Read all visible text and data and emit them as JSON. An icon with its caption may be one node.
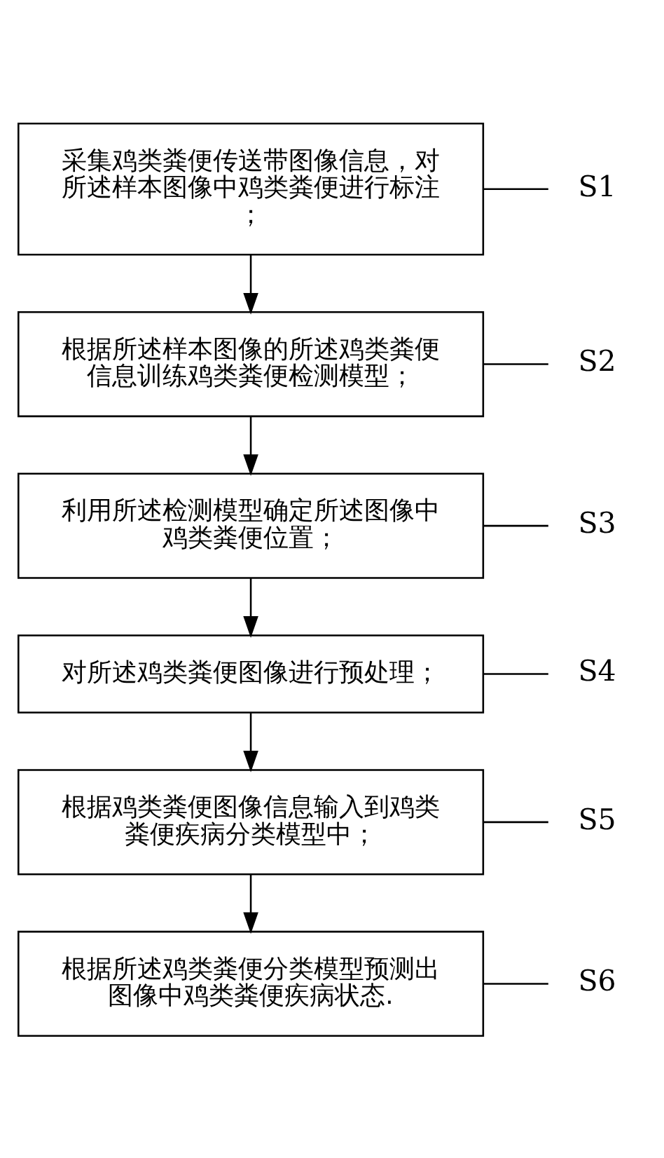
{
  "diagram": {
    "nodes": [
      {
        "text": [
          "采集鸡类粪便传送带图像信息，对所述样本图像中鸡类粪便进行标注；"
        ]
      },
      {
        "text": [
          "S1"
        ]
      },
      {
        "text": [
          "根据所述样本图像的所述鸡类粪便信息训练鸡类粪便检测模型；"
        ]
      },
      {
        "text": [
          "S2"
        ]
      },
      {
        "text": [
          "利用所述检测模型确定所述图像中鸡类粪便位置；"
        ]
      },
      {
        "text": [
          "S3"
        ]
      },
      {
        "text": [
          "对所述鸡类粪便图像进行预处理；"
        ]
      },
      {
        "text": [
          "S4"
        ]
      },
      {
        "text": [
          "根据鸡类粪便图像信息输入到鸡类粪便疾病分类模型中；"
        ]
      },
      {
        "text": [
          "S5"
        ]
      },
      {
        "text": [
          "根据所述鸡类粪便分类模型预测出图像中鸡类粪便疾病状态."
        ]
      },
      {
        "text": [
          "S6"
        ]
      }
    ],
    "edges": [
      {
        "from": 1,
        "to": 0,
        "arrow": "none"
      },
      {
        "from": 0,
        "to": 2,
        "arrow": "to"
      },
      {
        "from": 3,
        "to": 2,
        "arrow": "none"
      },
      {
        "from": 2,
        "to": 4,
        "arrow": "to"
      },
      {
        "from": 5,
        "to": 4,
        "arrow": "none"
      },
      {
        "from": 4,
        "to": 6,
        "arrow": "to"
      },
      {
        "from": 7,
        "to": 6,
        "arrow": "none"
      },
      {
        "from": 6,
        "to": 8,
        "arrow": "to"
      },
      {
        "from": 9,
        "to": 8,
        "arrow": "none"
      },
      {
        "from": 8,
        "to": 10,
        "arrow": "to"
      },
      {
        "from": 11,
        "to": 10,
        "arrow": "none"
      }
    ]
  }
}
